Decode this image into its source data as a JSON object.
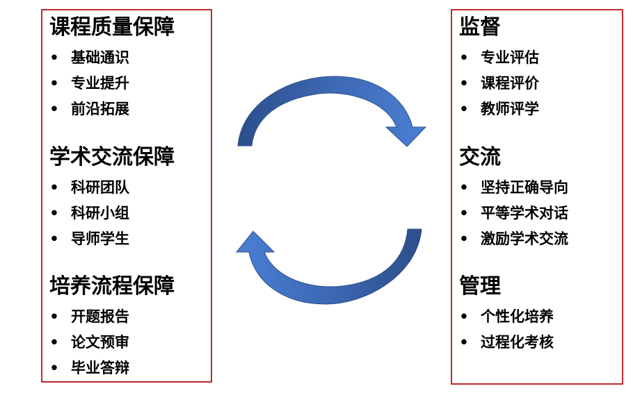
{
  "left": {
    "sections": [
      {
        "title": "课程质量保障",
        "items": [
          "基础通识",
          "专业提升",
          "前沿拓展"
        ]
      },
      {
        "title": "学术交流保障",
        "items": [
          "科研团队",
          "科研小组",
          "导师学生"
        ]
      },
      {
        "title": "培养流程保障",
        "items": [
          "开题报告",
          "论文预审",
          "毕业答辩"
        ]
      }
    ]
  },
  "right": {
    "sections": [
      {
        "title": "监督",
        "items": [
          "专业评估",
          "课程评价",
          "教师评学"
        ]
      },
      {
        "title": "交流",
        "items": [
          "坚持正确导向",
          "平等学术对话",
          "激励学术交流"
        ]
      },
      {
        "title": "管理",
        "items": [
          "个性化培养",
          "过程化考核"
        ]
      }
    ]
  },
  "bullet_glyph": "•",
  "colors": {
    "border": "#c0282d",
    "arrow_light": "#4a7fd4",
    "arrow_dark": "#2c4f8a",
    "text": "#000000"
  }
}
